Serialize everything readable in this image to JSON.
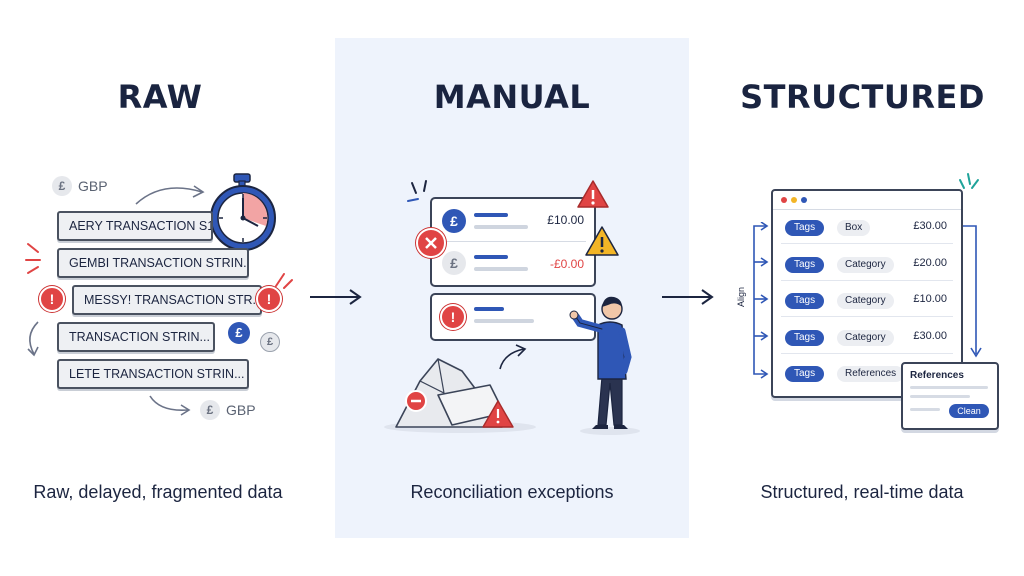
{
  "columns": {
    "raw": {
      "heading": "RAW",
      "caption": "Raw, delayed, fragmented data",
      "currency_labels": [
        "GBP",
        "GBP"
      ],
      "currency_symbol": "£",
      "alert_mark": "!",
      "strips": [
        "AERY TRANSACTION S1...",
        "GEMBI TRANSACTION STRIN...",
        "MESSY! TRANSACTION STR...",
        "TRANSACTION STRIN...",
        "LETE TRANSACTION STRIN..."
      ]
    },
    "manual": {
      "heading": "MANUAL",
      "caption": "Reconciliation exceptions",
      "card_amounts": [
        "£10.00",
        "-£0.00"
      ],
      "currency_symbol": "£",
      "alert_mark": "!"
    },
    "structured": {
      "heading": "STRUCTURED",
      "caption": "Structured, real-time data",
      "side_label": "Align",
      "rows": [
        {
          "tag": "Tags",
          "category": "Box",
          "amount": "£30.00"
        },
        {
          "tag": "Tags",
          "category": "Category",
          "amount": "£20.00"
        },
        {
          "tag": "Tags",
          "category": "Category",
          "amount": "£10.00"
        },
        {
          "tag": "Tags",
          "category": "Category",
          "amount": "£30.00"
        },
        {
          "tag": "Tags",
          "category": "References",
          "amount": ""
        }
      ],
      "popup": {
        "title": "References",
        "button": "Clean"
      }
    }
  },
  "colors": {
    "accent_blue": "#2f57b6",
    "alert_red": "#e04444",
    "warning_yellow": "#f3b526",
    "panel_bg": "#eef3fc",
    "timer_red": "#f2a4a4"
  }
}
